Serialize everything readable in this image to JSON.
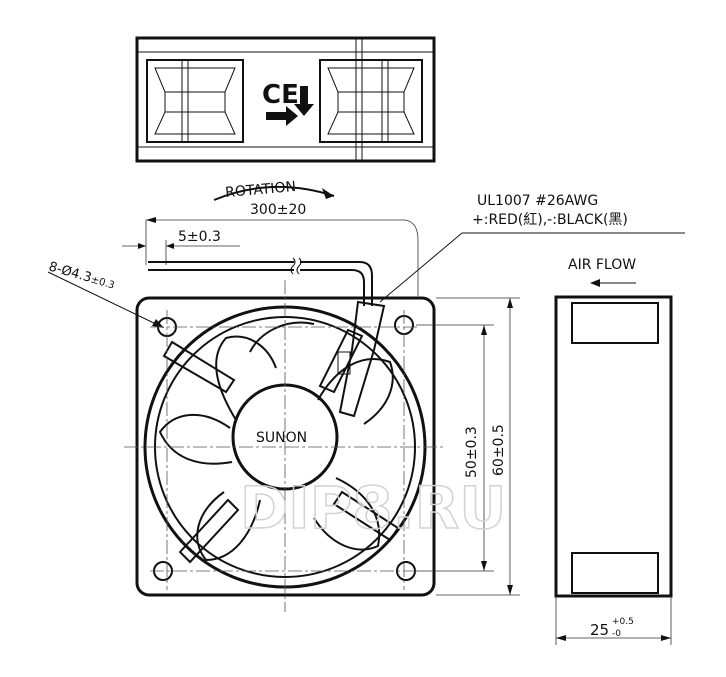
{
  "drawing": {
    "rotation_label": "ROTATION",
    "rotation_value": "300±20",
    "wire_spec": "UL1007  #26AWG",
    "wire_colors": "+:RED(紅),-:BLACK(黑)",
    "strip_length": "5±0.3",
    "hole_spec_prefix": "8-Ø4.3",
    "hole_spec_tol": "±0.3",
    "air_flow_label": "AIR FLOW",
    "brand": "SUNON",
    "hole_pitch": "50±0.3",
    "frame_size": "60±0.5",
    "thickness_base": "25",
    "thickness_tol_upper": "+0.5",
    "thickness_tol_lower": "-0",
    "ce_mark": "CE",
    "watermark": "DIP8.RU"
  }
}
